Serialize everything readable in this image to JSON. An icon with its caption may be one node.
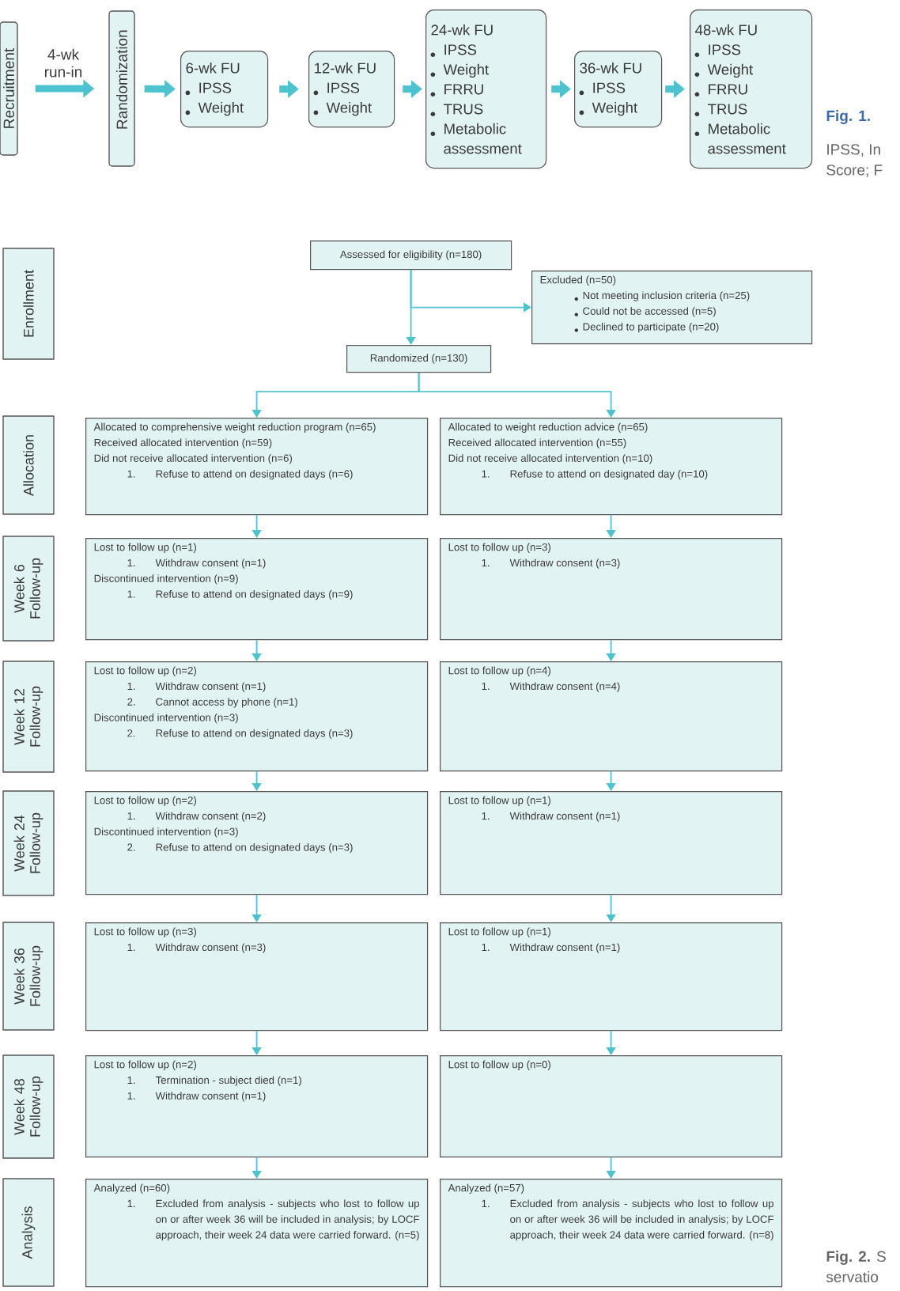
{
  "diagram": {
    "nodes": [
      {
        "text": [
          "Recruitment"
        ]
      },
      {
        "text": [
          "Randomization"
        ]
      },
      {
        "text": [
          "6-wk FU",
          "IPSS",
          "Weight"
        ]
      },
      {
        "text": [
          "12-wk FU",
          "IPSS",
          "Weight"
        ]
      },
      {
        "text": [
          "24-wk FU",
          "IPSS",
          "Weight",
          "FRRU",
          "TRUS",
          "Metabolic assessment"
        ]
      },
      {
        "text": [
          "36-wk FU",
          "IPSS",
          "Weight"
        ]
      },
      {
        "text": [
          "48-wk FU",
          "IPSS",
          "Weight",
          "FRRU",
          "TRUS",
          "Metabolic assessment"
        ]
      },
      {
        "text": [
          "Enrollment"
        ]
      },
      {
        "text": [
          "Assessed for eligibility (n=180)"
        ]
      },
      {
        "text": [
          "Excluded (n=50)",
          "Not meeting inclusion criteria (n=25)",
          "Could not be accessed (n=5)",
          "Declined to participate (n=20)"
        ]
      },
      {
        "text": [
          "Randomized (n=130)"
        ]
      },
      {
        "text": [
          "Allocation"
        ]
      },
      {
        "text": [
          "Allocated to comprehensive weight reduction program (n=65)",
          "Received allocated intervention (n=59)",
          "Did not receive allocated intervention (n=6)",
          "1.",
          "Refuse to attend on designated days (n=6)"
        ]
      },
      {
        "text": [
          "Allocated to weight reduction advice (n=65)",
          "Received allocated intervention (n=55)",
          "Did not receive allocated intervention (n=10)",
          "1.",
          "Refuse to attend on designated day (n=10)"
        ]
      },
      {
        "text": [
          "Week 6 Follow-up"
        ]
      },
      {
        "text": [
          "Lost to follow up (n=1)",
          "1.",
          "Withdraw consent (n=1)",
          "Discontinued intervention (n=9)",
          "1.",
          "Refuse to attend on designated days (n=9)"
        ]
      },
      {
        "text": [
          "Lost to follow up (n=3)",
          "1.",
          "Withdraw consent (n=3)"
        ]
      },
      {
        "text": [
          "Week 12 Follow-up"
        ]
      },
      {
        "text": [
          "Lost to follow up (n=2)",
          "1.",
          "Withdraw consent (n=1)",
          "2.",
          "Cannot access by phone (n=1)",
          "Discontinued intervention (n=3)",
          "2.",
          "Refuse to attend on designated days (n=3)"
        ]
      },
      {
        "text": [
          "Lost to follow up (n=4)",
          "1.",
          "Withdraw consent (n=4)"
        ]
      },
      {
        "text": [
          "Week 24 Follow-up"
        ]
      },
      {
        "text": [
          "Lost to follow up (n=2)",
          "1.",
          "Withdraw consent (n=2)",
          "Discontinued intervention (n=3)",
          "2.",
          "Refuse to attend on designated days (n=3)"
        ]
      },
      {
        "text": [
          "Lost to follow up (n=1)",
          "1.",
          "Withdraw consent (n=1)"
        ]
      },
      {
        "text": [
          "Week 36 Follow-up"
        ]
      },
      {
        "text": [
          "Lost to follow up (n=3)",
          "1.",
          "Withdraw consent (n=3)"
        ]
      },
      {
        "text": [
          "Lost to follow up (n=1)",
          "1.",
          "Withdraw consent (n=1)"
        ]
      },
      {
        "text": [
          "Week 48 Follow-up"
        ]
      },
      {
        "text": [
          "Lost to follow up (n=2)",
          "1.",
          "Termination - subject died (n=1)",
          "1.",
          "Withdraw consent (n=1)"
        ]
      },
      {
        "text": [
          "Lost to follow up (n=0)"
        ]
      },
      {
        "text": [
          "Analysis"
        ]
      },
      {
        "text": [
          "Analyzed (n=60)",
          "1.",
          "Excluded from analysis - subjects who lost to follow up on or after week 36 will be included in analysis; by LOCF approach, their week 24 data were carried forward. (n=5)"
        ]
      },
      {
        "text": [
          "Analyzed (n=57)",
          "1.",
          "Excluded from analysis - subjects who lost to follow up on or after week 36 will be included in analysis; by LOCF approach, their week 24 data were carried forward. (n=8)"
        ]
      }
    ],
    "edges": [
      {
        "from": 0,
        "to": 1,
        "arrow": "to",
        "label": "4-wk run-in",
        "style": "thick"
      },
      {
        "from": 1,
        "to": 2,
        "arrow": "to",
        "style": "thick"
      },
      {
        "from": 2,
        "to": 3,
        "arrow": "to",
        "style": "thick"
      },
      {
        "from": 3,
        "to": 4,
        "arrow": "to",
        "style": "thick"
      },
      {
        "from": 4,
        "to": 5,
        "arrow": "to",
        "style": "thick"
      },
      {
        "from": 5,
        "to": 6,
        "arrow": "to",
        "style": "thick"
      },
      {
        "from": 8,
        "to": 10,
        "arrow": "to"
      },
      {
        "from": 8,
        "to": 9,
        "arrow": "to"
      },
      {
        "from": 10,
        "to": 12,
        "arrow": "to"
      },
      {
        "from": 10,
        "to": 13,
        "arrow": "to"
      },
      {
        "from": 12,
        "to": 15,
        "arrow": "to"
      },
      {
        "from": 13,
        "to": 16,
        "arrow": "to"
      },
      {
        "from": 15,
        "to": 18,
        "arrow": "to"
      },
      {
        "from": 16,
        "to": 19,
        "arrow": "to"
      },
      {
        "from": 18,
        "to": 21,
        "arrow": "to"
      },
      {
        "from": 19,
        "to": 22,
        "arrow": "to"
      },
      {
        "from": 21,
        "to": 24,
        "arrow": "to"
      },
      {
        "from": 22,
        "to": 25,
        "arrow": "to"
      },
      {
        "from": 24,
        "to": 27,
        "arrow": "to"
      },
      {
        "from": 25,
        "to": 28,
        "arrow": "to"
      },
      {
        "from": 27,
        "to": 30,
        "arrow": "to"
      },
      {
        "from": 28,
        "to": 31,
        "arrow": "to"
      }
    ],
    "labels": [
      "Fig. 1.",
      "IPSS, In",
      "Score; F",
      "**Fig. 2.** S",
      "servatio"
    ]
  }
}
